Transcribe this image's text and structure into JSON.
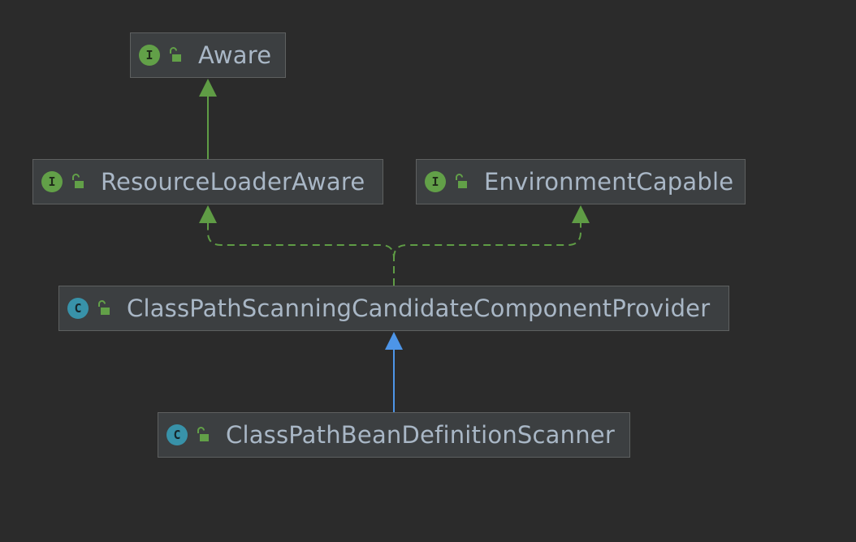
{
  "diagram": {
    "colors": {
      "background": "#2b2b2b",
      "node_fill": "#3c3f41",
      "node_border": "#5e6060",
      "label_text": "#a9b7c6",
      "interface_badge": "#62a048",
      "class_badge": "#3892a9",
      "implements_arrow": "#5f9c45",
      "extends_arrow": "#4d95e8"
    },
    "nodes": [
      {
        "id": "aware",
        "kind": "interface",
        "badge": "I",
        "icon": "unlocked-padlock-icon",
        "label": "Aware"
      },
      {
        "id": "resource-loader-aware",
        "kind": "interface",
        "badge": "I",
        "icon": "unlocked-padlock-icon",
        "label": "ResourceLoaderAware"
      },
      {
        "id": "environment-capable",
        "kind": "interface",
        "badge": "I",
        "icon": "unlocked-padlock-icon",
        "label": "EnvironmentCapable"
      },
      {
        "id": "classpath-scanning-provider",
        "kind": "class",
        "badge": "C",
        "icon": "unlocked-padlock-icon",
        "label": "ClassPathScanningCandidateComponentProvider"
      },
      {
        "id": "classpath-bean-definition-scanner",
        "kind": "class",
        "badge": "C",
        "icon": "unlocked-padlock-icon",
        "label": "ClassPathBeanDefinitionScanner"
      }
    ],
    "edges": [
      {
        "from": "resource-loader-aware",
        "to": "aware",
        "type": "extends-interface",
        "style": "solid"
      },
      {
        "from": "classpath-scanning-provider",
        "to": "resource-loader-aware",
        "type": "implements",
        "style": "dashed"
      },
      {
        "from": "classpath-scanning-provider",
        "to": "environment-capable",
        "type": "implements",
        "style": "dashed"
      },
      {
        "from": "classpath-bean-definition-scanner",
        "to": "classpath-scanning-provider",
        "type": "extends-class",
        "style": "solid"
      }
    ]
  }
}
